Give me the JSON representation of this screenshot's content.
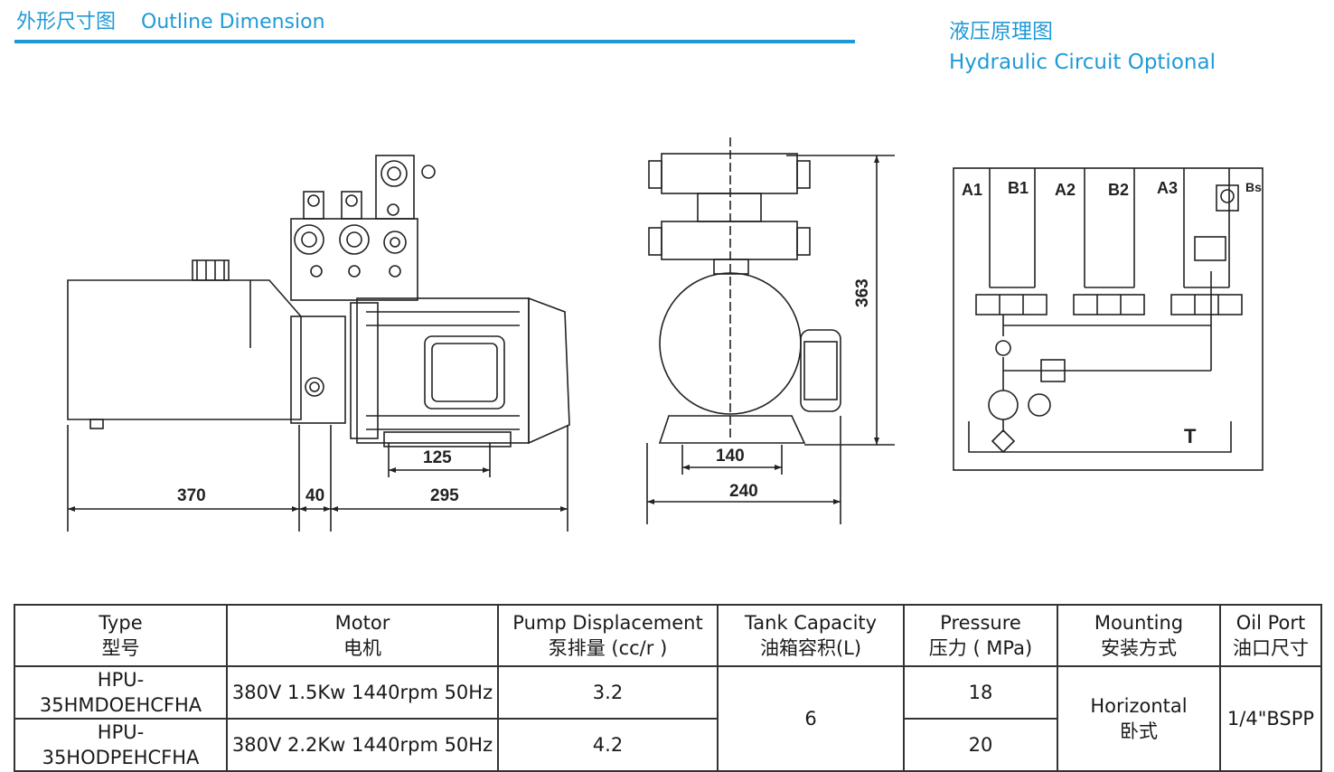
{
  "outline_title": {
    "zh": "外形尺寸图",
    "en": "Outline Dimension"
  },
  "circuit_title": {
    "zh": "液压原理图",
    "en": "Hydraulic Circuit Optional"
  },
  "side_view_dims": [
    "370",
    "40",
    "295",
    "125"
  ],
  "front_view_dims": [
    "140",
    "240",
    "363"
  ],
  "circuit_ports": [
    "A1",
    "B1",
    "A2",
    "B2",
    "A3",
    "Bs",
    "T"
  ],
  "table": {
    "headers": [
      {
        "en": "Type",
        "zh": "型号"
      },
      {
        "en": "Motor",
        "zh": "电机"
      },
      {
        "en": "Pump Displacement",
        "zh": "泵排量 (cc/r )"
      },
      {
        "en": "Tank Capacity",
        "zh": "油箱容积(L)"
      },
      {
        "en": "Pressure",
        "zh": "压力 ( MPa)"
      },
      {
        "en": "Mounting",
        "zh": "安装方式"
      },
      {
        "en": "Oil Port",
        "zh": "油口尺寸"
      }
    ],
    "rows": [
      {
        "type": "HPU-35HMDOEHCFHA",
        "motor": "380V 1.5Kw 1440rpm 50Hz",
        "displacement": "3.2",
        "pressure": "18"
      },
      {
        "type": "HPU-35HODPEHCFHA",
        "motor": "380V 2.2Kw 1440rpm 50Hz",
        "displacement": "4.2",
        "pressure": "20"
      }
    ],
    "tank_capacity": "6",
    "mounting": {
      "en": "Horizontal",
      "zh": "卧式"
    },
    "oil_port": "1/4\"BSPP"
  }
}
